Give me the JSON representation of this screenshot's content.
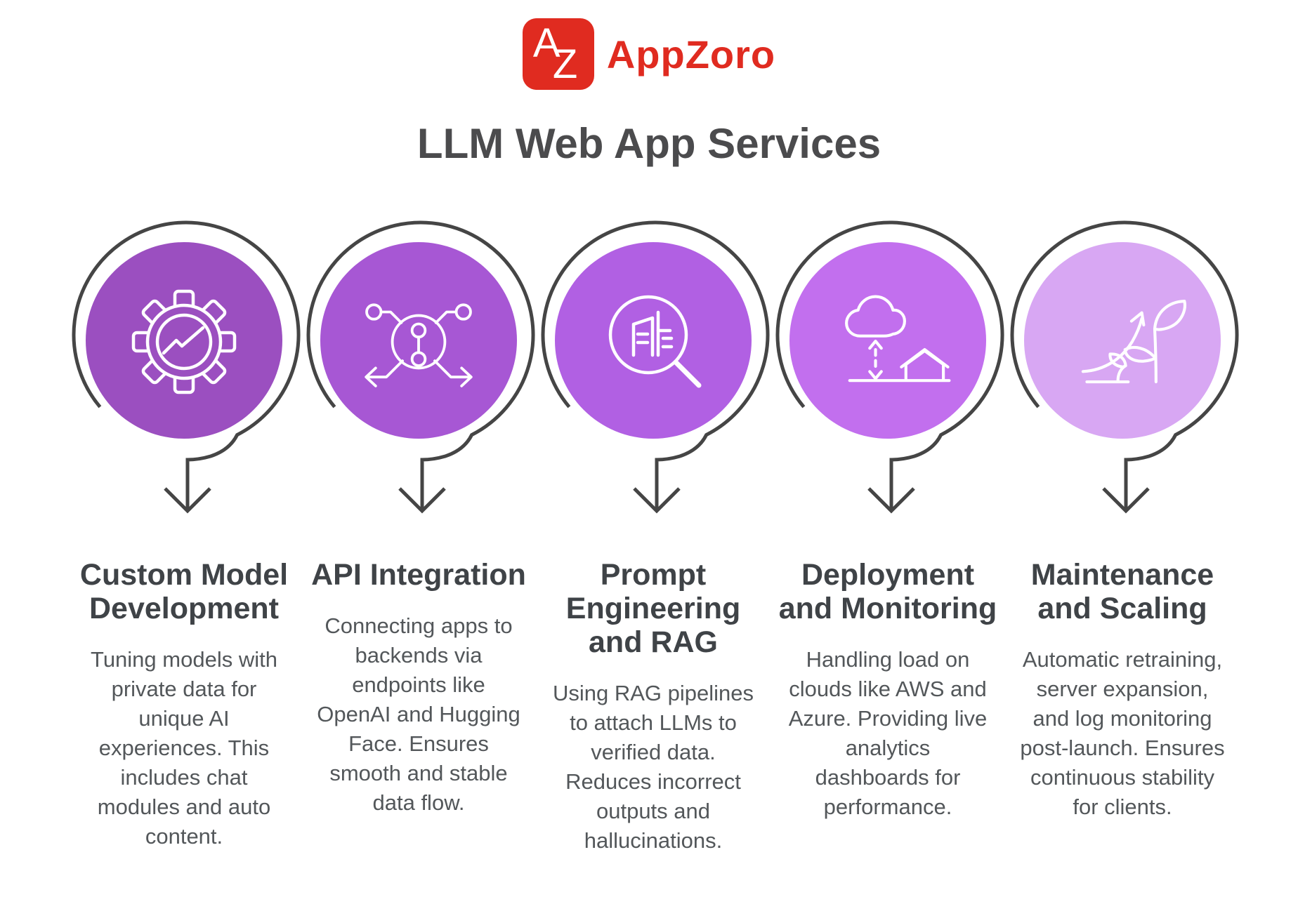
{
  "header": {
    "brand": "AppZoro",
    "brand_color": "#e02b20",
    "monogram_top": "A",
    "monogram_bottom": "Z",
    "title": "LLM Web App Services"
  },
  "colors": {
    "loop_arrow": "#454545",
    "title_text": "#3f4347",
    "body_text": "#53575a"
  },
  "items": [
    {
      "icon": "gear-analytics-icon",
      "circle_color": "#9b4fc0",
      "title": "Custom Model\nDevelopment",
      "description": "Tuning models with\nprivate data for\nunique AI\nexperiences. This\nincludes chat\nmodules and auto\ncontent."
    },
    {
      "icon": "api-integration-icon",
      "circle_color": "#a757d4",
      "title": "API Integration",
      "description": "Connecting apps to\nbackends via\nendpoints like\nOpenAI and Hugging\nFace. Ensures\nsmooth and stable\ndata flow."
    },
    {
      "icon": "prompt-search-icon",
      "circle_color": "#b160e3",
      "title": "Prompt\nEngineering\nand RAG",
      "description": "Using RAG pipelines\nto attach LLMs to\nverified data.\nReduces incorrect\noutputs and\nhallucinations."
    },
    {
      "icon": "cloud-deployment-icon",
      "circle_color": "#c26fee",
      "title": "Deployment\nand Monitoring",
      "description": "Handling load on\nclouds like AWS and\nAzure. Providing live\nanalytics\ndashboards for\nperformance."
    },
    {
      "icon": "growth-plant-icon",
      "circle_color": "#d8a7f3",
      "title": "Maintenance\nand Scaling",
      "description": "Automatic retraining,\nserver expansion,\nand log monitoring\npost-launch. Ensures\ncontinuous stability\nfor clients."
    }
  ]
}
